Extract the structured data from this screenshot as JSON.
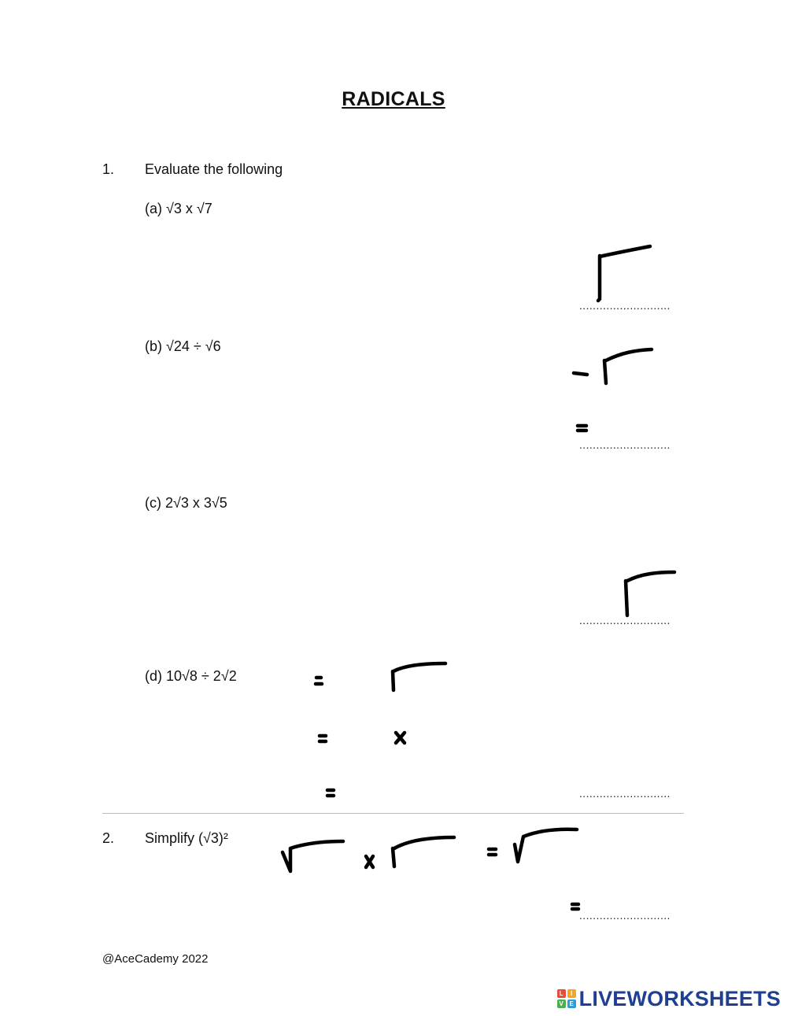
{
  "title": "RADICALS",
  "q1": {
    "number": "1.",
    "instruction": "Evaluate the following",
    "parts": [
      {
        "label": "(a)",
        "expr": "√3 x √7"
      },
      {
        "label": "(b)",
        "expr": "√24 ÷ √6"
      },
      {
        "label": "(c)",
        "expr": "2√3 x 3√5"
      },
      {
        "label": "(d)",
        "expr": "10√8 ÷ 2√2"
      }
    ]
  },
  "q2": {
    "number": "2.",
    "instruction": "Simplify (√3)²"
  },
  "answer_line": "...........................",
  "footer": "@AceCademy 2022",
  "logo": {
    "text": "LIVEWORKSHEETS",
    "badge_letters": [
      "L",
      "I",
      "V",
      "E"
    ],
    "colors": {
      "text": "#1f3f93",
      "badge": [
        "#e94b3c",
        "#f5a623",
        "#4caf50",
        "#2d9cdb"
      ]
    }
  },
  "handwriting": {
    "equals_sign": "=",
    "times_sign": "x"
  }
}
